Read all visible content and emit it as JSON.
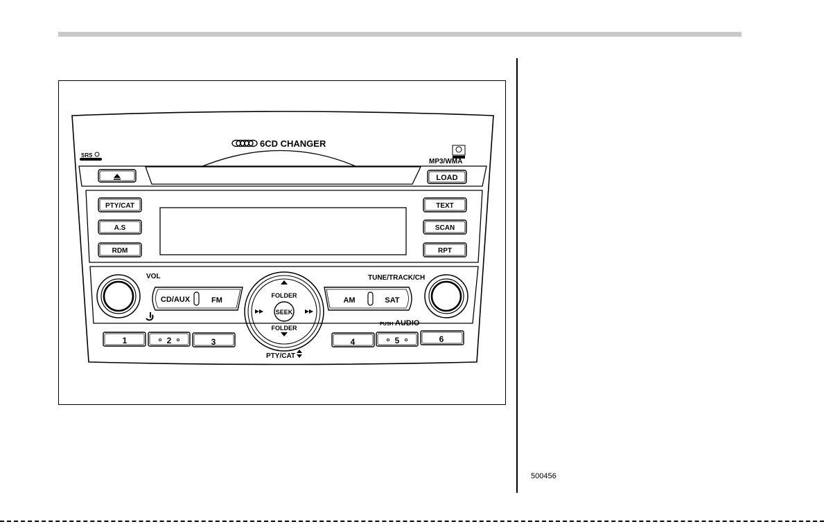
{
  "figure": {
    "brand_text": "6CD CHANGER",
    "srs_label": "SRS",
    "mp3_label": "MP3/WMA",
    "eject_icon": "eject-icon",
    "power_icon": "power-icon",
    "cd_logo_icon": "compact-disc-logo-icon",
    "buttons": {
      "load": "LOAD",
      "pty_cat": "PTY/CAT",
      "as": "A.S",
      "rdm": "RDM",
      "text": "TEXT",
      "scan": "SCAN",
      "rpt": "RPT",
      "cd_aux": "CD/AUX",
      "fm": "FM",
      "am": "AM",
      "sat": "SAT",
      "preset1": "1",
      "preset2": "2",
      "preset3": "3",
      "preset4": "4",
      "preset5": "5",
      "preset6": "6",
      "seek": "SEEK",
      "folder_up": "FOLDER",
      "folder_down": "FOLDER"
    },
    "labels": {
      "vol": "VOL",
      "tune": "TUNE/TRACK/CH",
      "push": "PUSH",
      "audio": "AUDIO",
      "pty_cat_bottom": "PTY/CAT"
    },
    "figure_id": "500456"
  }
}
